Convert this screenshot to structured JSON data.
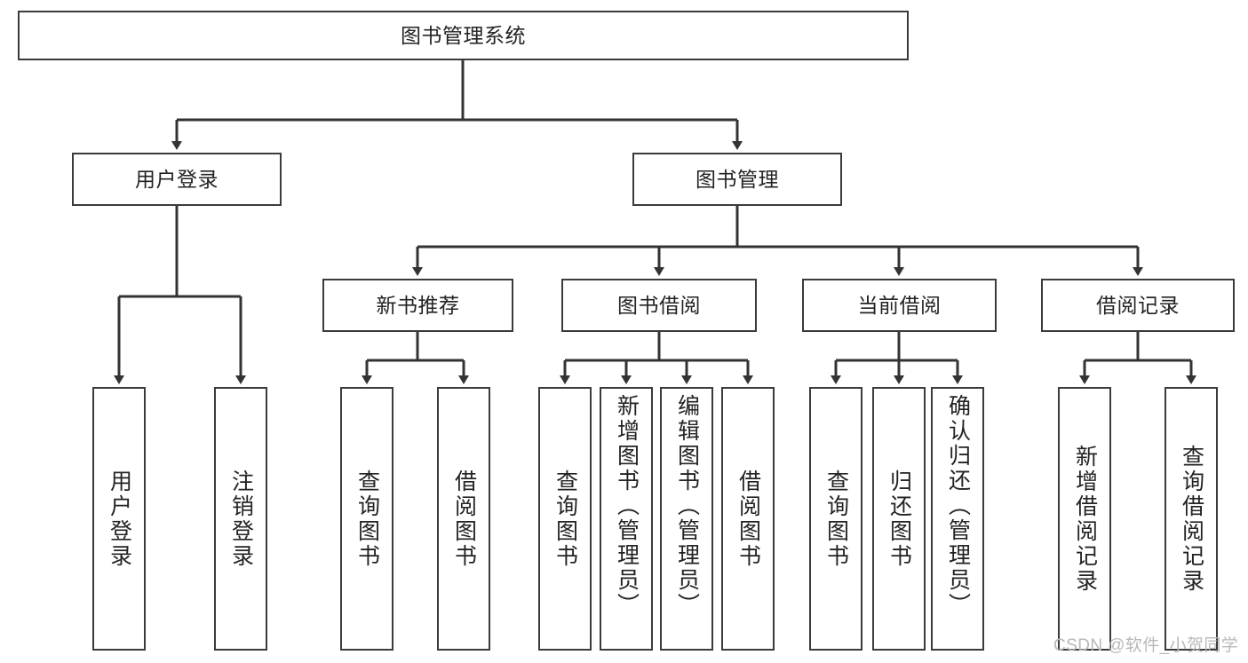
{
  "diagram": {
    "type": "tree-hierarchy-chart",
    "title": "图书管理系统",
    "levels": {
      "root": {
        "label": "图书管理系统"
      },
      "level2": [
        {
          "label": "用户登录"
        },
        {
          "label": "图书管理"
        }
      ],
      "level3": [
        {
          "label": "新书推荐"
        },
        {
          "label": "图书借阅"
        },
        {
          "label": "当前借阅"
        },
        {
          "label": "借阅记录"
        }
      ],
      "leaves": {
        "user_login": [
          {
            "label": "用户登录"
          },
          {
            "label": "注销登录"
          }
        ],
        "new_book_recommend": [
          {
            "label": "查询图书"
          },
          {
            "label": "借阅图书"
          }
        ],
        "book_borrow": [
          {
            "label": "查询图书"
          },
          {
            "label": "新增图书（管理员）"
          },
          {
            "label": "编辑图书（管理员）"
          },
          {
            "label": "借阅图书"
          }
        ],
        "current_borrow": [
          {
            "label": "查询图书"
          },
          {
            "label": "归还图书"
          },
          {
            "label": "确认归还（管理员）"
          }
        ],
        "borrow_record": [
          {
            "label": "新增借阅记录"
          },
          {
            "label": "查询借阅记录"
          }
        ]
      }
    }
  },
  "watermark": {
    "text": "CSDN @软件_小贺同学"
  },
  "colors": {
    "box_border": "#3b3b3b",
    "box_fill": "#ffffff",
    "edge": "#333333",
    "text": "#232323",
    "watermark": "#b8b8b8"
  }
}
